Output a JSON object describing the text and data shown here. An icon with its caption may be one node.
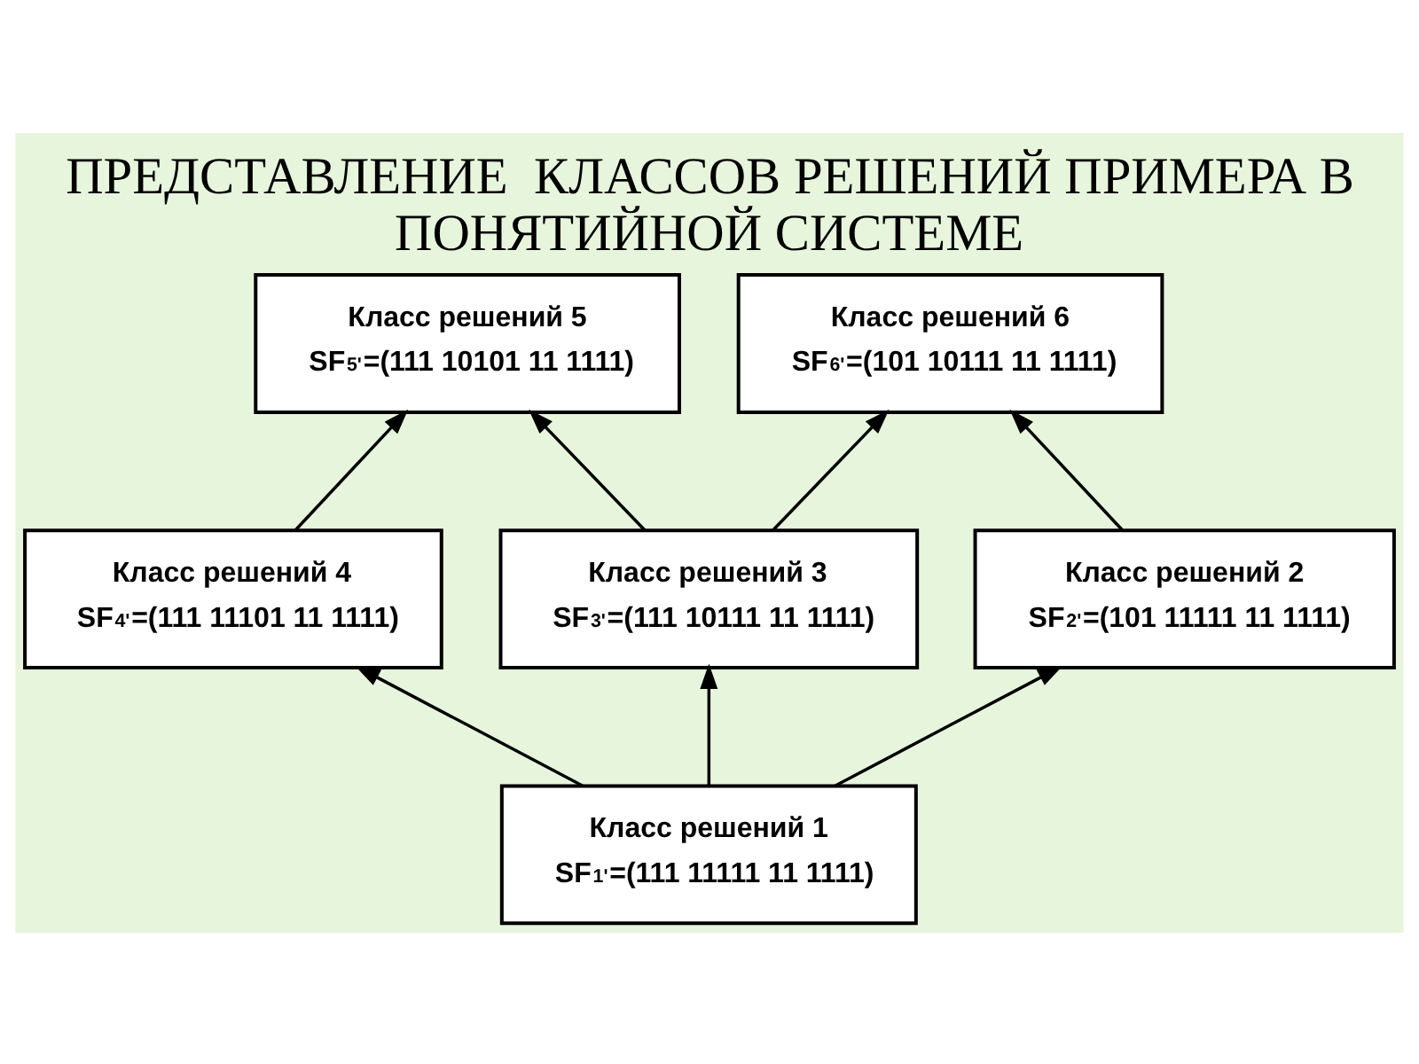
{
  "diagram": {
    "title": "ПРЕДСТАВЛЕНИЕ  КЛАССОВ РЕШЕНИЙ ПРИМЕРА В ПОНЯТИЙНОЙ СИСТЕМЕ",
    "nodes": [
      {
        "text": [
          "Класс решений 5",
          "SF$^{5'}$=(111 10101 11 1111)"
        ]
      },
      {
        "text": [
          "Класс решений 6",
          "SF$^{6'}$=(101 10111 11 1111)"
        ]
      },
      {
        "text": [
          "Класс решений 4",
          "SF$^{4'}$=(111 11101 11 1111)"
        ]
      },
      {
        "text": [
          "Класс решений 3",
          "SF$^{3'}$=(111 10111 11 1111)"
        ]
      },
      {
        "text": [
          "Класс решений 2",
          "SF$^{2'}$=(101 11111 11 1111)"
        ]
      },
      {
        "text": [
          "Класс решений 1",
          "SF$^{1'}$=(111 11111 11 1111)"
        ]
      }
    ],
    "edges": [
      {
        "from": 5,
        "to": 2,
        "arrow": "to"
      },
      {
        "from": 5,
        "to": 3,
        "arrow": "to"
      },
      {
        "from": 5,
        "to": 4,
        "arrow": "to"
      },
      {
        "from": 2,
        "to": 0,
        "arrow": "to"
      },
      {
        "from": 3,
        "to": 0,
        "arrow": "to"
      },
      {
        "from": 3,
        "to": 1,
        "arrow": "to"
      },
      {
        "from": 4,
        "to": 1,
        "arrow": "to"
      }
    ]
  }
}
